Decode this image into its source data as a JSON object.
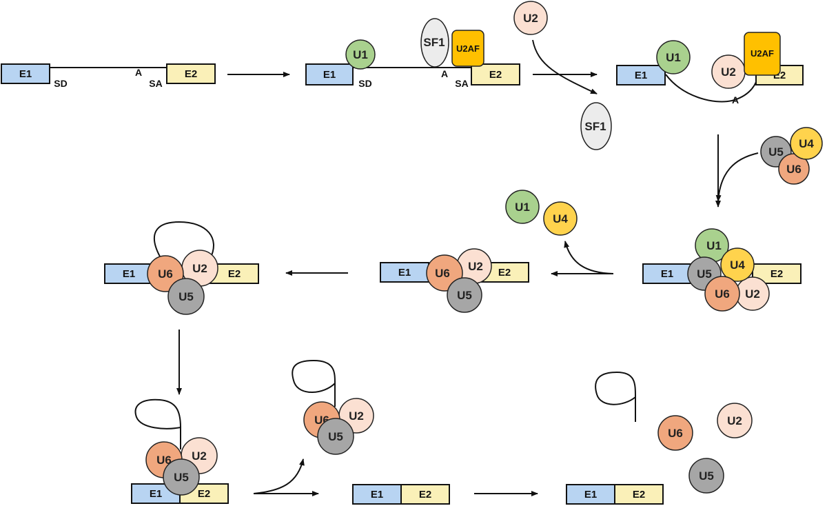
{
  "labels": {
    "e1": "E1",
    "e2": "E2",
    "sd": "SD",
    "sa": "SA",
    "a": "A",
    "u1": "U1",
    "u2": "U2",
    "u4": "U4",
    "u5": "U5",
    "u6": "U6",
    "sf1": "SF1",
    "u2af": "U2AF"
  },
  "colors": {
    "e1": "#b8d4f2",
    "e2": "#faf0b8",
    "u1": "#a9d18e",
    "u2": "#fbe0d2",
    "u4": "#ffd34d",
    "u5": "#a6a6a6",
    "u6": "#f0a77e",
    "sf1": "#ececec",
    "u2af": "#ffc000"
  }
}
